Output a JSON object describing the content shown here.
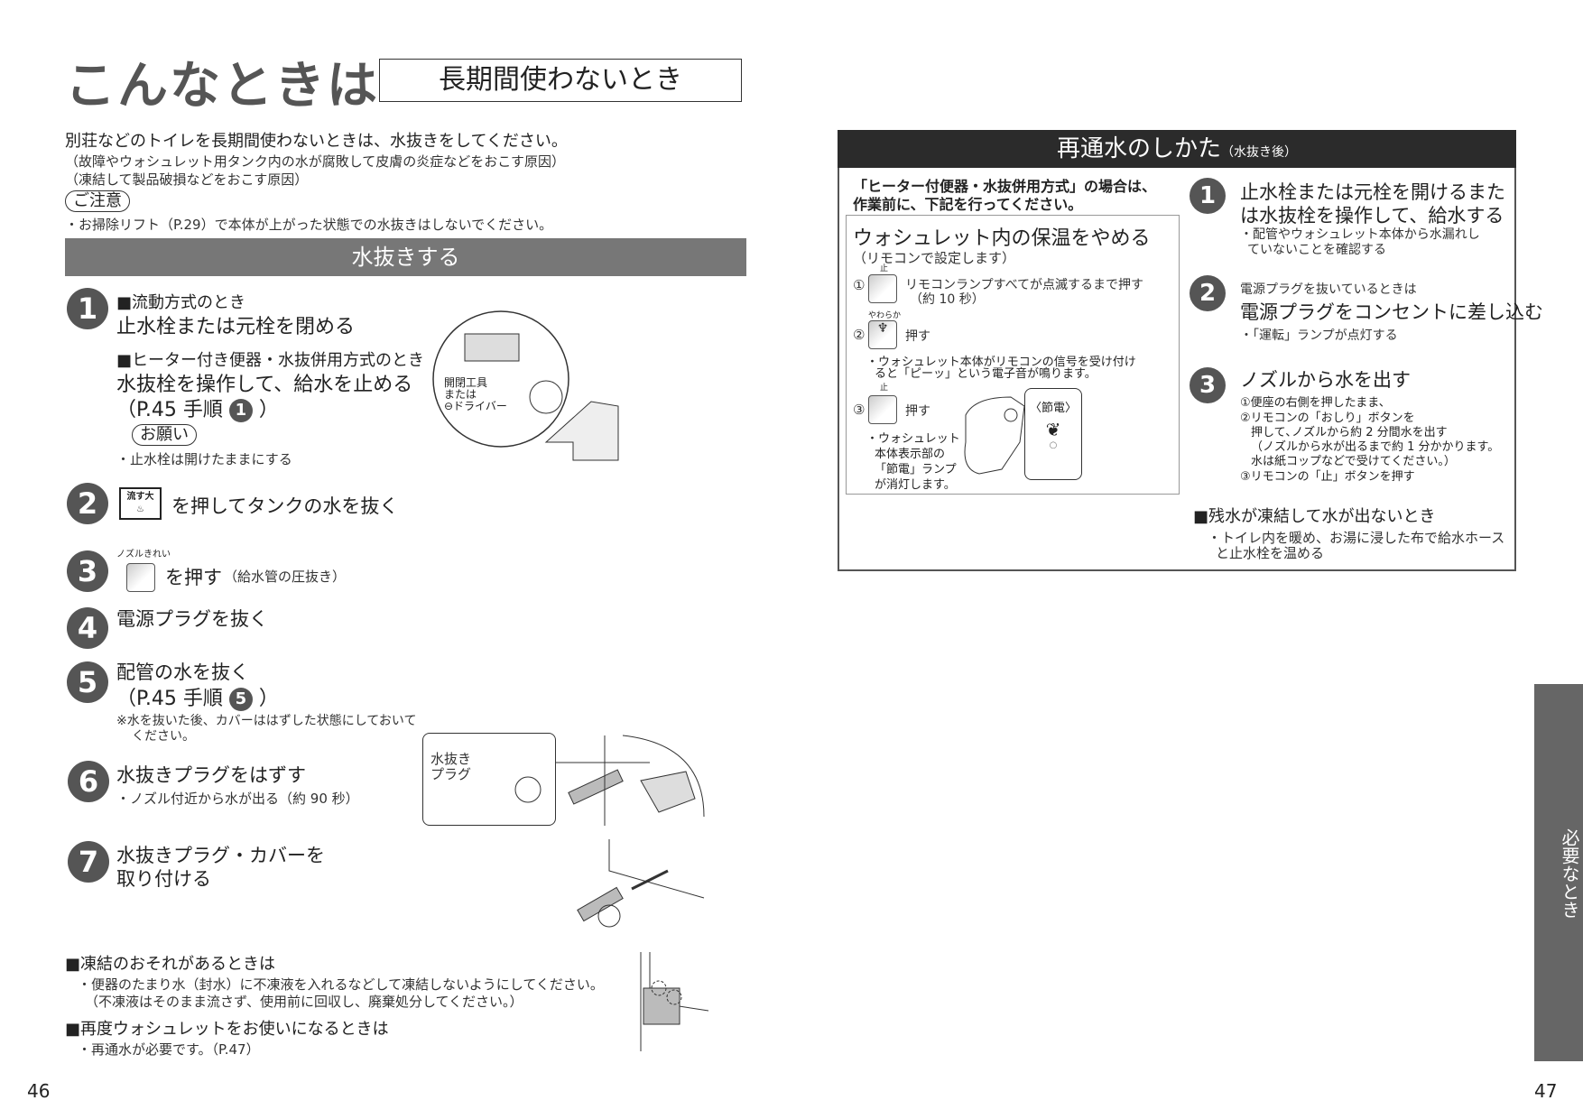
{
  "header": {
    "title": "こんなときは",
    "subtitle": "長期間使わないとき"
  },
  "intro": {
    "main": "別荘などのトイレを長期間使わないときは、水抜きをしてください。",
    "reason1": "（故障やウォシュレット用タンク内の水が腐敗して皮膚の炎症などをおこす原因）",
    "reason2": "（凍結して製品破損などをおこす原因）",
    "caution_label": "ご注意",
    "caution_text": "・お掃除リフト（P.29）で本体が上がった状態での水抜きはしないでください。"
  },
  "drain": {
    "bar_title": "水抜きする",
    "step1": {
      "num": "1",
      "case1": "■流動方式のとき",
      "text1": "止水栓または元栓を閉める",
      "case2": "■ヒーター付き便器・水抜併用方式のとき",
      "text2": "水抜栓を操作して、給水を止める",
      "ref": "（P.45 手順",
      "ref_num": "1",
      "ref_end": "）",
      "request_label": "お願い",
      "request_text": "・止水栓は開けたままにする",
      "illus_label": "開閉工具\nまたは\n⊖ドライバー"
    },
    "step2": {
      "num": "2",
      "button_label": "流す大",
      "text": "を押してタンクの水を抜く"
    },
    "step3": {
      "num": "3",
      "button_caption": "ノズルきれい",
      "text": "を押す",
      "note": "（給水管の圧抜き）"
    },
    "step4": {
      "num": "4",
      "text": "電源プラグを抜く"
    },
    "step5": {
      "num": "5",
      "text": "配管の水を抜く",
      "ref": "（P.45 手順",
      "ref_num": "5",
      "ref_end": "）",
      "note1": "※水を抜いた後、カバーははずした状態にしておいて",
      "note2": "ください。"
    },
    "step6": {
      "num": "6",
      "text": "水抜きプラグをはずす",
      "note": "・ノズル付近から水が出る（約 90 秒）",
      "illus_label1": "水抜き",
      "illus_label2": "プラグ"
    },
    "step7": {
      "num": "7",
      "text1": "水抜きプラグ・カバーを",
      "text2": "取り付ける"
    },
    "freeze": {
      "heading": "■凍結のおそれがあるときは",
      "line1": "・便器のたまり水（封水）に不凍液を入れるなどして凍結しないようにしてください。",
      "line2": "（不凍液はそのまま流さず、使用前に回収し、廃棄処分してください。）"
    },
    "reuse": {
      "heading": "■再度ウォシュレットをお使いになるときは",
      "line1": "・再通水が必要です。（P.47）"
    }
  },
  "refill": {
    "title": "再通水のしかた",
    "title_note": "（水抜き後）",
    "heater_note1": "「ヒーター付便器・水抜併用方式」の場合は、",
    "heater_note2": "作業前に、下記を行ってください。",
    "box": {
      "title": "ウォシュレット内の保温をやめる",
      "sub": "（リモコンで設定します）",
      "s1_mark": "①",
      "s1_cap": "止",
      "s1_text": "リモコンランプすべてが点滅するまで押す",
      "s1_text2": "（約 10 秒）",
      "s2_mark": "②",
      "s2_cap": "やわらか",
      "s2_text": "押す",
      "s2_note1": "・ウォシュレット本体がリモコンの信号を受け付け",
      "s2_note2": "ると「ピーッ」という電子音が鳴ります。",
      "s3_mark": "③",
      "s3_cap": "止",
      "s3_text": "押す",
      "s3_note1": "・ウォシュレット",
      "s3_note2": "本体表示部の",
      "s3_note3": "「節電」ランプ",
      "s3_note4": "が消灯します。",
      "eco_label": "〈節電〉"
    },
    "step1": {
      "num": "1",
      "text1": "止水栓または元栓を開けるまた",
      "text2": "は水抜栓を操作して、給水する",
      "note1": "・配管やウォシュレット本体から水漏れし",
      "note2": "ていないことを確認する"
    },
    "step2": {
      "num": "2",
      "pre": "電源プラグを抜いているときは",
      "text": "電源プラグをコンセントに差し込む",
      "note": "・「運転」ランプが点灯する"
    },
    "step3": {
      "num": "3",
      "text": "ノズルから水を出す",
      "l1": "①便座の右側を押したまま、",
      "l2": "②リモコンの「おしり」ボタンを",
      "l3": "押して､ノズルから約 2 分間水を出す",
      "l4": "（ノズルから水が出るまで約 1 分かかります。",
      "l5": "水は紙コップなどで受けてください。）",
      "l6": "③リモコンの「止」ボタンを押す"
    },
    "frozen": {
      "heading": "■残水が凍結して水が出ないとき",
      "line1": "・トイレ内を暖め、お湯に浸した布で給水ホース",
      "line2": "と止水栓を温める"
    }
  },
  "side_tab": "必要なとき",
  "pages": {
    "left": "46",
    "right": "47"
  }
}
